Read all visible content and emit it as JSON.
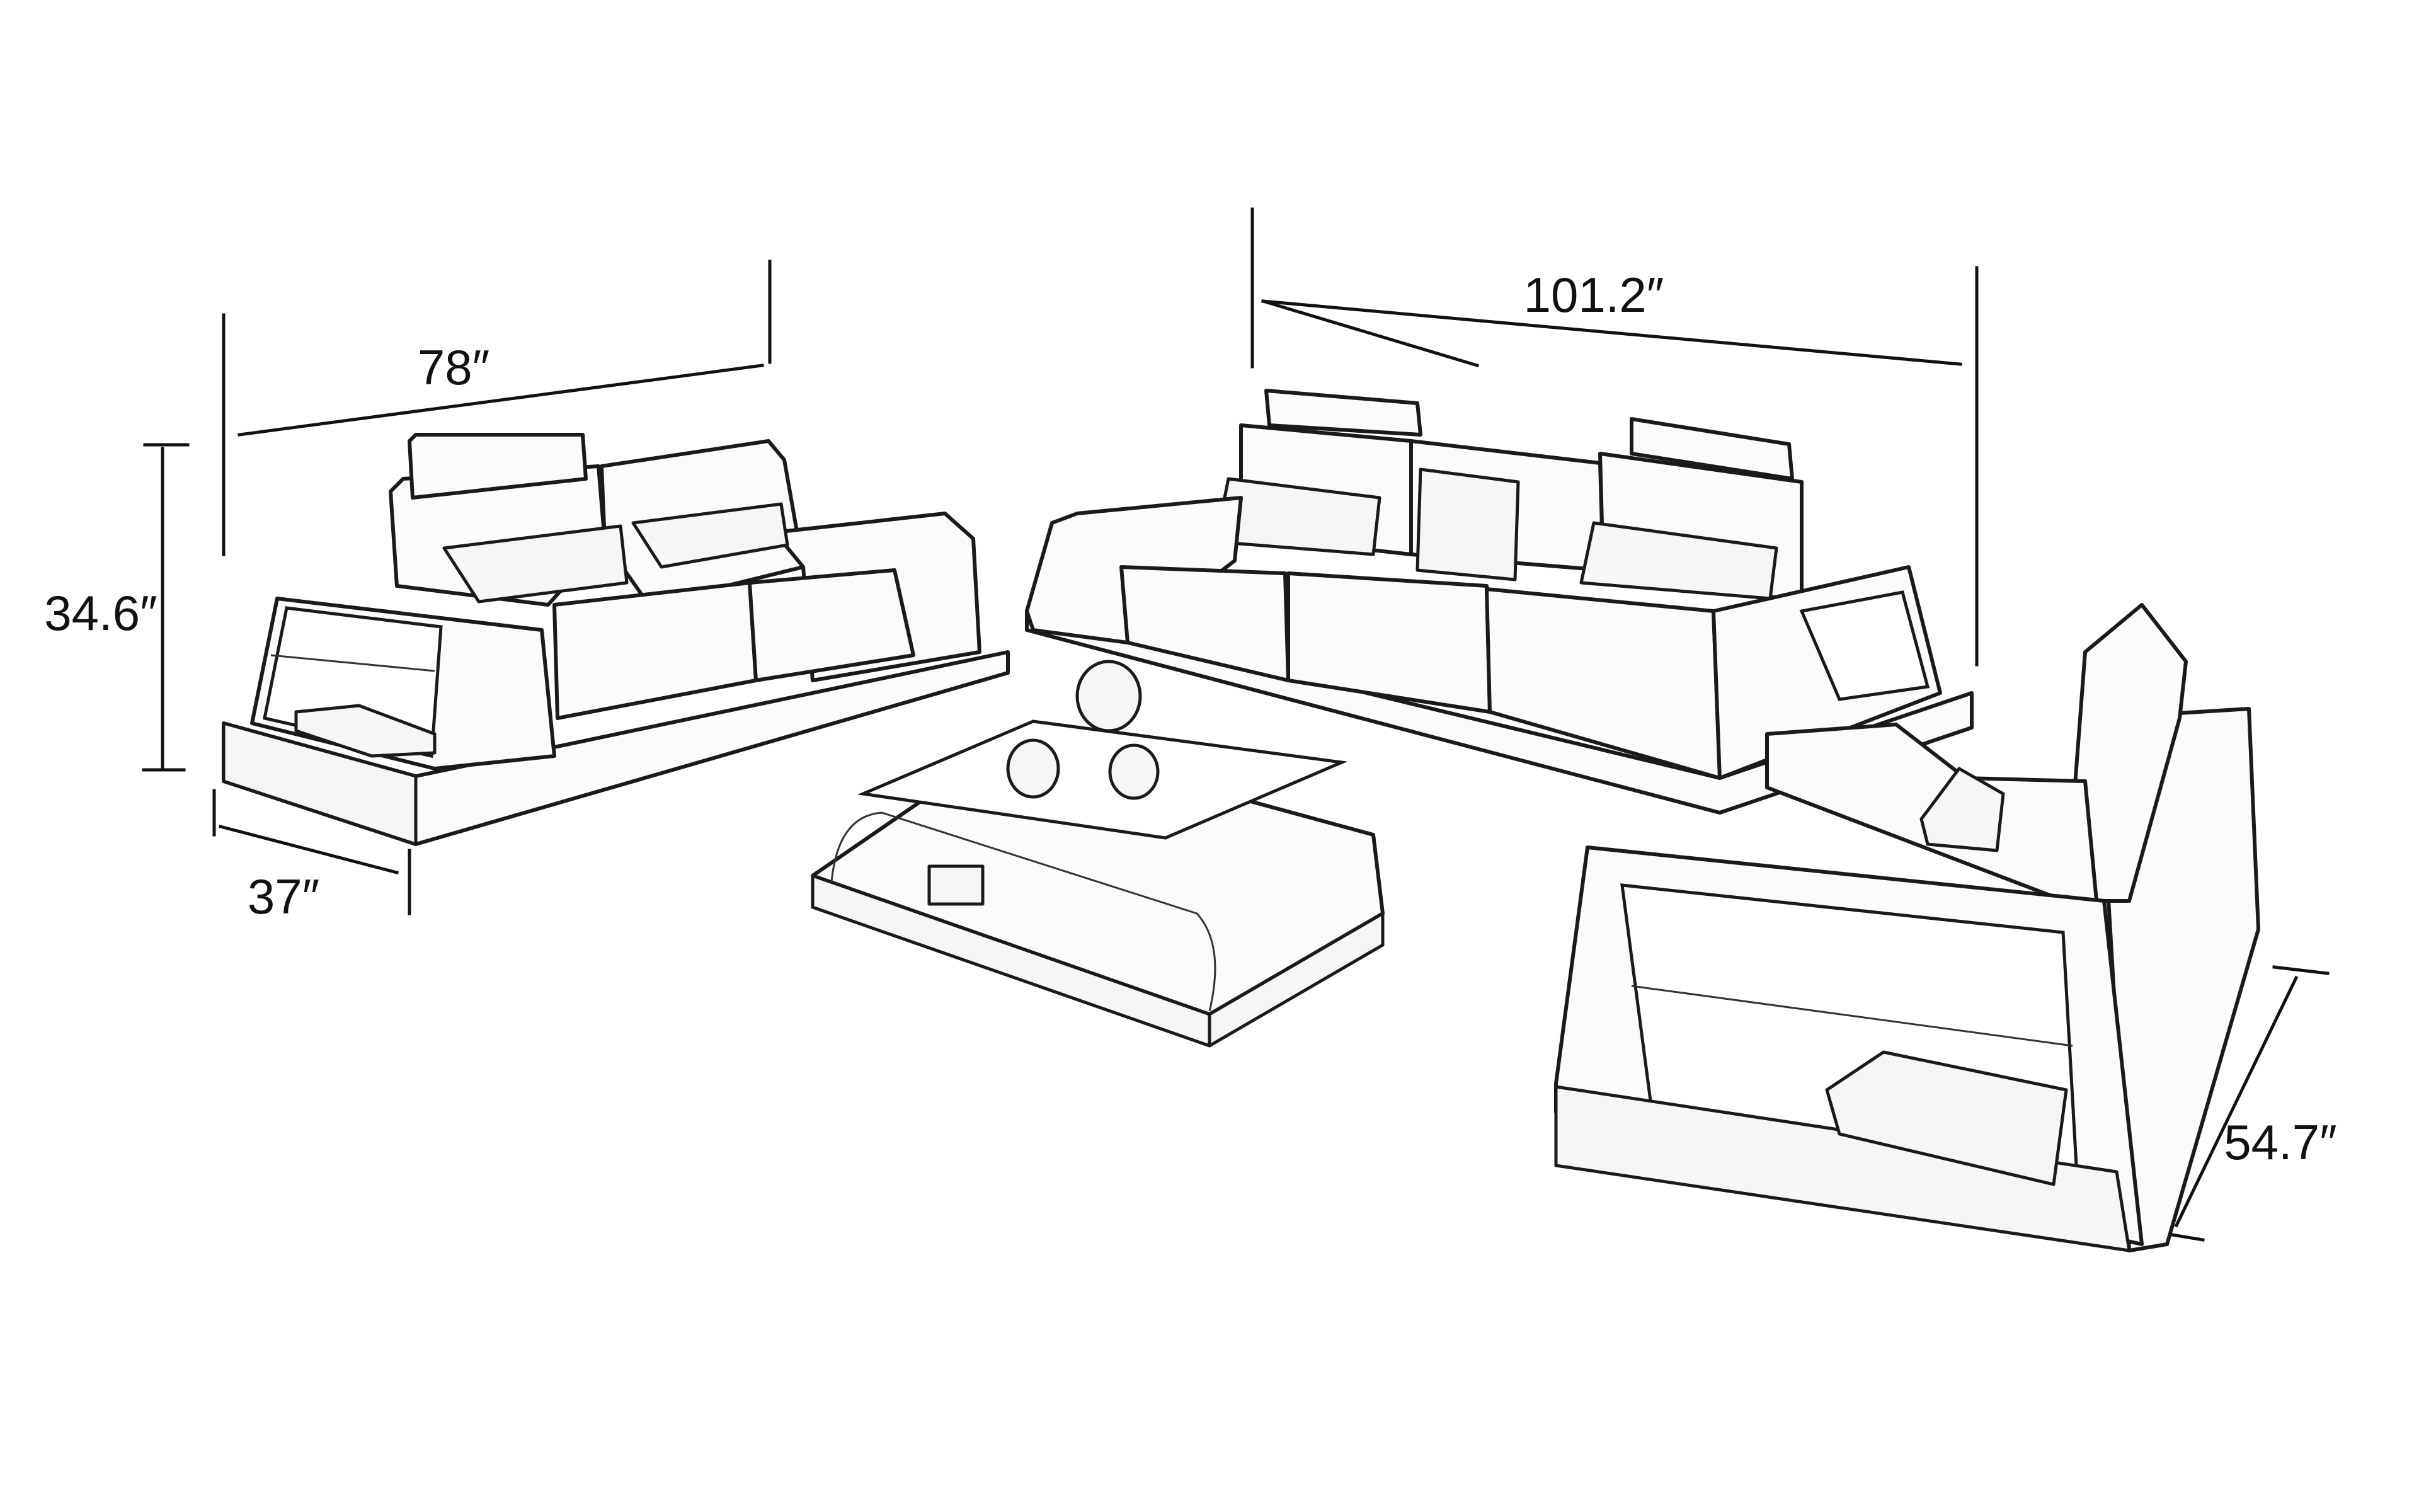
{
  "title": "Sofa set dimension diagram",
  "unit_symbol": "″",
  "pieces": [
    {
      "name": "Loveseat",
      "dimensions": {
        "width": "78″",
        "height": "34.6″",
        "depth": "37″"
      }
    },
    {
      "name": "Three-seat sofa",
      "dimensions": {
        "width": "101.2″"
      }
    },
    {
      "name": "Armchair",
      "dimensions": {
        "depth": "54.7″"
      }
    },
    {
      "name": "Coffee table",
      "dimensions": {}
    }
  ],
  "labels": {
    "loveseat_width": "78″",
    "loveseat_height": "34.6″",
    "loveseat_depth": "37″",
    "sofa_width": "101.2″",
    "chair_depth": "54.7″"
  }
}
